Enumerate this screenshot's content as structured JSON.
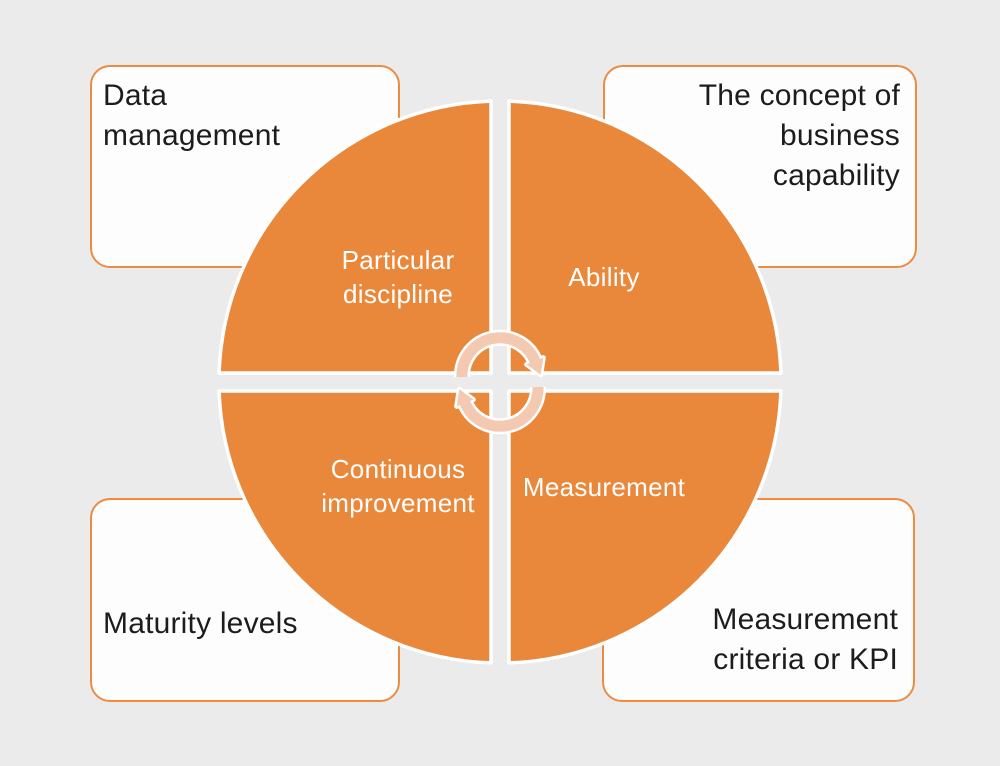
{
  "diagram": {
    "type": "cycle-quadrant-diagram",
    "cards": {
      "top_left": {
        "label": "Data\nmanagement"
      },
      "top_right": {
        "label": "The concept of\nbusiness\ncapability"
      },
      "bottom_left": {
        "label": "Maturity levels"
      },
      "bottom_right": {
        "label": "Measurement\ncriteria or KPI"
      }
    },
    "quadrants": {
      "top_left": {
        "label": "Particular\ndiscipline"
      },
      "top_right": {
        "label": "Ability"
      },
      "bottom_left": {
        "label": "Continuous\nimprovement"
      },
      "bottom_right": {
        "label": "Measurement"
      }
    },
    "center_icon": "cycle-arrows-icon"
  },
  "colors": {
    "background": "#ebebeb",
    "accent": "#e9873b",
    "accent_border": "#ec8c43",
    "card_bg": "#fdfdfd",
    "text_dark": "#1c1c1c",
    "text_light": "#ffffff",
    "icon_peach": "#f4c9b1",
    "divider_white": "#ffffff"
  }
}
